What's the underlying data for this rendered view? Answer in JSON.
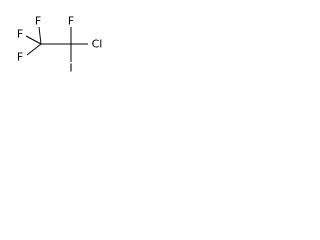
{
  "molecule": {
    "atoms": {
      "f_top_left": "F",
      "f_upper_left": "F",
      "f_lower_left": "F",
      "f_top_right": "F",
      "cl": "Cl",
      "i": "I"
    },
    "bond_color": "#000000",
    "label_color": "#000000",
    "background": "#ffffff"
  }
}
